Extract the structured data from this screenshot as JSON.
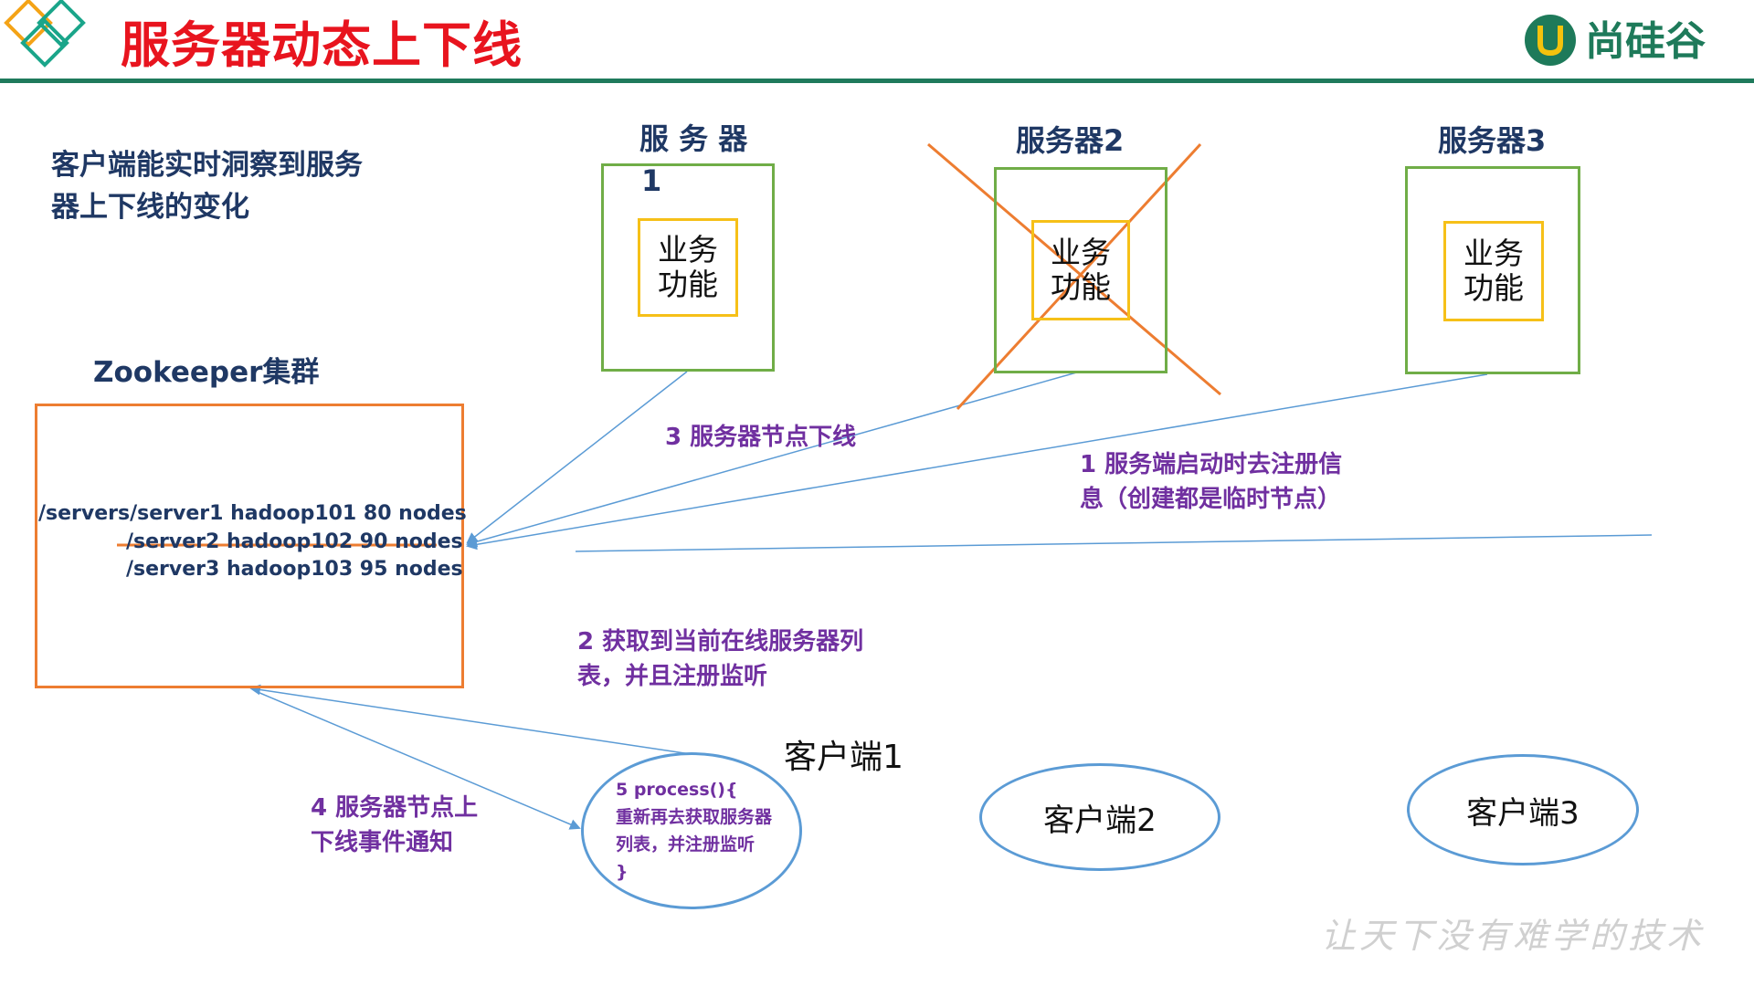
{
  "header": {
    "title": "服务器动态上下线",
    "logo_text": "尚硅谷"
  },
  "intro": {
    "line1": "客户端能实时洞察到服务",
    "line2": "器上下线的变化"
  },
  "servers": [
    {
      "label_line1": "服 务 器",
      "label_line2": "1",
      "func_line1": "业务",
      "func_line2": "功能"
    },
    {
      "label": "服务器2",
      "func_line1": "业务",
      "func_line2": "功能"
    },
    {
      "label": "服务器3",
      "func_line1": "业务",
      "func_line2": "功能"
    }
  ],
  "zookeeper": {
    "title": "Zookeeper集群",
    "nodes": [
      "/servers/server1  hadoop101  80 nodes",
      "/server2 hadoop102  90 nodes",
      "/server3 hadoop103  95 nodes"
    ]
  },
  "notes": {
    "step1_line1": "1  服务端启动时去注册信",
    "step1_line2": "息（创建都是临时节点）",
    "step2_line1": "2  获取到当前在线服务器列",
    "step2_line2": "表，并且注册监听",
    "step3": "3  服务器节点下线",
    "step4_line1": "4  服务器节点上",
    "step4_line2": "下线事件通知"
  },
  "clients": {
    "client1_label": "客户端1",
    "client1_process": [
      "5 process(){",
      "重新再去获取服务器",
      "列表，并注册监听",
      "}"
    ],
    "client2": "客户端2",
    "client3": "客户端3"
  },
  "footer": {
    "slogan": "让天下没有难学的技术"
  },
  "colors": {
    "title": "#e8141e",
    "header_rule": "#1f7a5c",
    "server_border": "#70ad47",
    "func_border": "#f6c018",
    "zk_border": "#ed7d31",
    "cross": "#ed7d31",
    "arrow": "#5b9bd5",
    "note_text": "#7030a0",
    "label_text": "#1f3864"
  }
}
